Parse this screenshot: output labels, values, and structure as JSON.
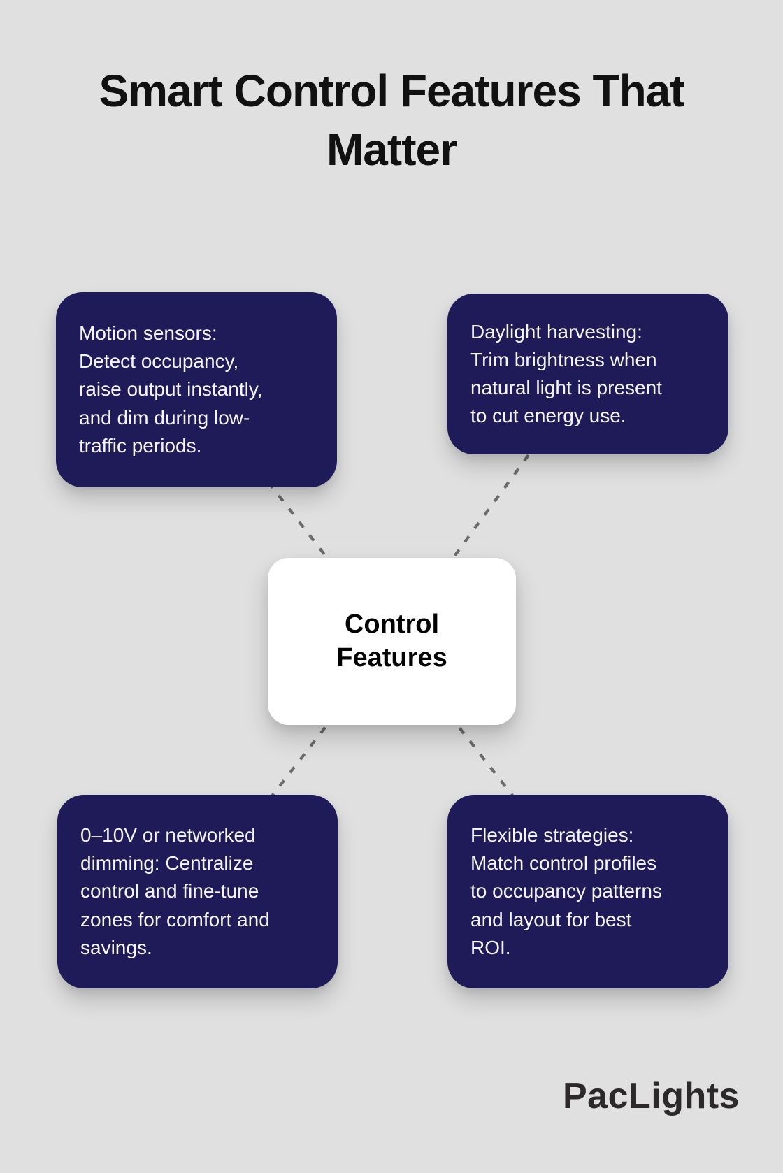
{
  "title": "Smart Control Features That\nMatter",
  "center": {
    "text": "Control\nFeatures"
  },
  "nodes": [
    {
      "id": "motion-sensors",
      "position": "top-left",
      "text": "Motion sensors:\nDetect occupancy,\nraise output instantly,\nand dim during low-\ntraffic periods."
    },
    {
      "id": "daylight-harvesting",
      "position": "top-right",
      "text": "Daylight harvesting:\nTrim brightness when\nnatural light is present\nto cut energy use."
    },
    {
      "id": "networked-dimming",
      "position": "bottom-left",
      "text": "0–10V or networked\ndimming: Centralize\ncontrol and fine-tune\nzones for comfort and\nsavings."
    },
    {
      "id": "flexible-strategies",
      "position": "bottom-right",
      "text": "Flexible strategies:\nMatch control profiles\nto occupancy patterns\nand layout for best\nROI."
    }
  ],
  "logo": {
    "text": "PacLights"
  },
  "colors": {
    "background": "#e0e0e0",
    "node": "#1e1b58",
    "node_text": "#f5f5f8",
    "title": "#111111",
    "center_bg": "#ffffff",
    "center_text": "#000000",
    "connector": "#6b6b6b",
    "logo": "#2b2929"
  }
}
